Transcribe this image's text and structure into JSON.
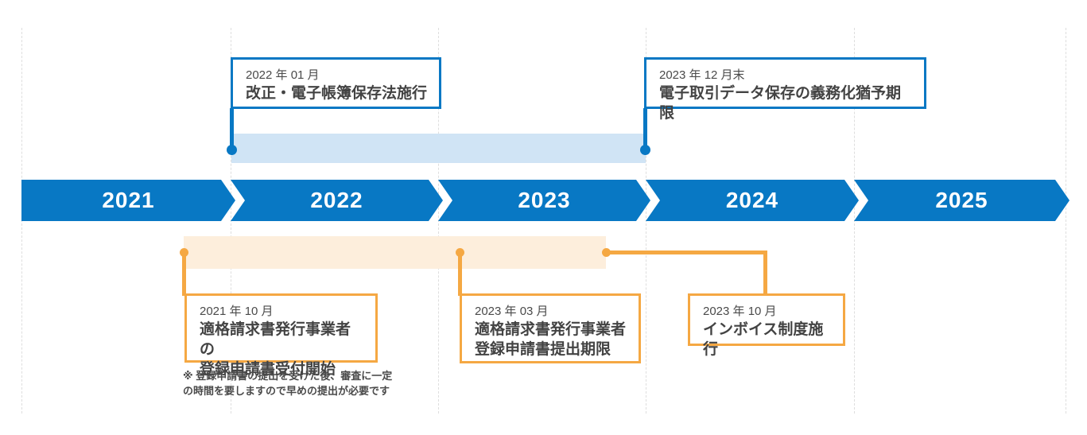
{
  "colors": {
    "timeline_blue": "#0878c4",
    "light_blue_bar": "#d0e4f5",
    "accent_orange": "#f5a843",
    "light_orange_bar": "#fdeedc",
    "text_gray": "#4a4a4a"
  },
  "timeline": {
    "years": [
      "2021",
      "2022",
      "2023",
      "2024",
      "2025"
    ]
  },
  "top_events": [
    {
      "date": "2022 年 01 月",
      "title": "改正・電子帳簿保存法施行"
    },
    {
      "date": "2023 年 12 月末",
      "title": "電子取引データ保存の義務化猶予期限"
    }
  ],
  "bottom_events": [
    {
      "date": "2021 年 10 月",
      "line1": "適格請求書発行事業者の",
      "line2": "登録申請書受付開始"
    },
    {
      "date": "2023 年 03 月",
      "line1": "適格請求書発行事業者",
      "line2": "登録申請書提出期限"
    },
    {
      "date": "2023 年 10 月",
      "line1": "インボイス制度施行",
      "line2": ""
    }
  ],
  "note": {
    "line1": "※ 登録申請書の提出を受けた後、審査に一定",
    "line2": "の時間を要しますので早めの提出が必要です"
  }
}
